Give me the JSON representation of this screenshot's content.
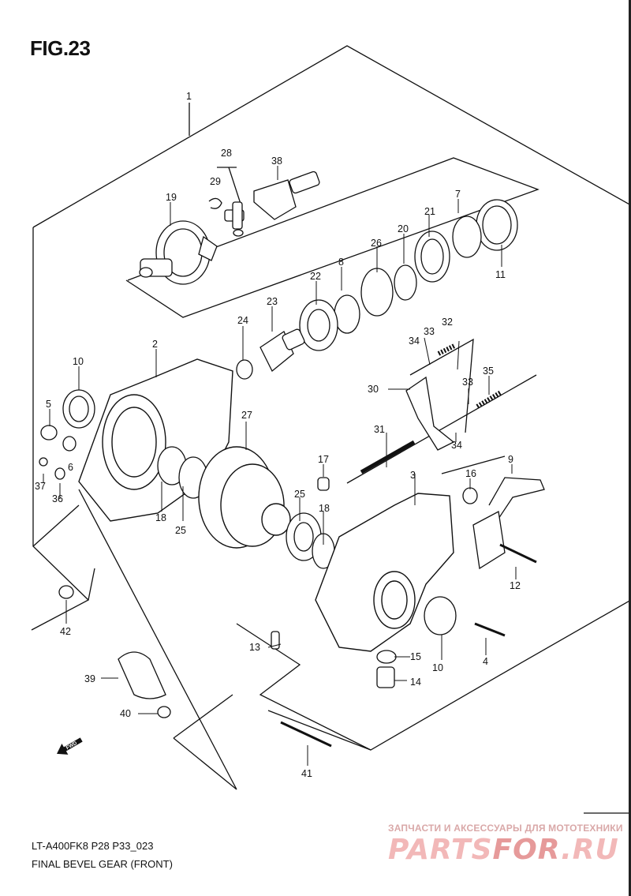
{
  "figure": {
    "title": "FIG.23",
    "model_code": "LT-A400FK8 P28 P33_023",
    "caption": "FINAL BEVEL GEAR (FRONT)"
  },
  "watermark": {
    "top_text": "ЗАПЧАСТИ И АКСЕССУАРЫ ДЛЯ МОТОТЕХНИКИ",
    "logo_part1": "PARTS",
    "logo_part2": "FOR",
    "logo_part3": ".RU"
  },
  "fwd_label": "FWD",
  "callouts": [
    "1",
    "2",
    "3",
    "4",
    "5",
    "6",
    "7",
    "8",
    "9",
    "10",
    "10",
    "11",
    "12",
    "13",
    "14",
    "15",
    "16",
    "17",
    "18",
    "18",
    "19",
    "20",
    "21",
    "22",
    "23",
    "24",
    "25",
    "25",
    "26",
    "27",
    "28",
    "29",
    "30",
    "31",
    "32",
    "33",
    "33",
    "34",
    "34",
    "35",
    "36",
    "37",
    "38",
    "39",
    "40",
    "41",
    "42"
  ],
  "colors": {
    "ink": "#111111",
    "watermark": "#f2b8b8"
  }
}
